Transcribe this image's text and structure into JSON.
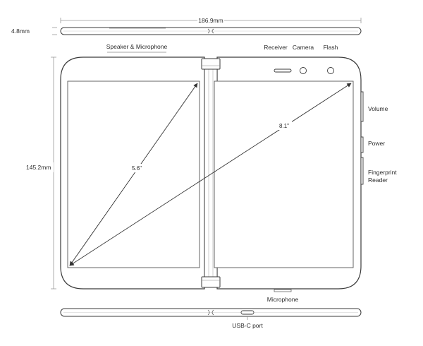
{
  "dimensions": {
    "width": "186.9mm",
    "height": "145.2mm",
    "thickness": "4.8mm"
  },
  "screens": {
    "left_diagonal": "5.6\"",
    "full_diagonal": "8.1\""
  },
  "callouts": {
    "speaker_microphone": "Speaker & Microphone",
    "receiver": "Receiver",
    "camera": "Camera",
    "flash": "Flash",
    "volume": "Volume",
    "power": "Power",
    "fingerprint_line1": "Fingerprint",
    "fingerprint_line2": "Reader",
    "microphone": "Microphone",
    "usbc_port": "USB-C port"
  },
  "colors": {
    "line": "#3a3a3a",
    "dimension_line": "#9a9a9a",
    "text": "#2b2b2b"
  }
}
